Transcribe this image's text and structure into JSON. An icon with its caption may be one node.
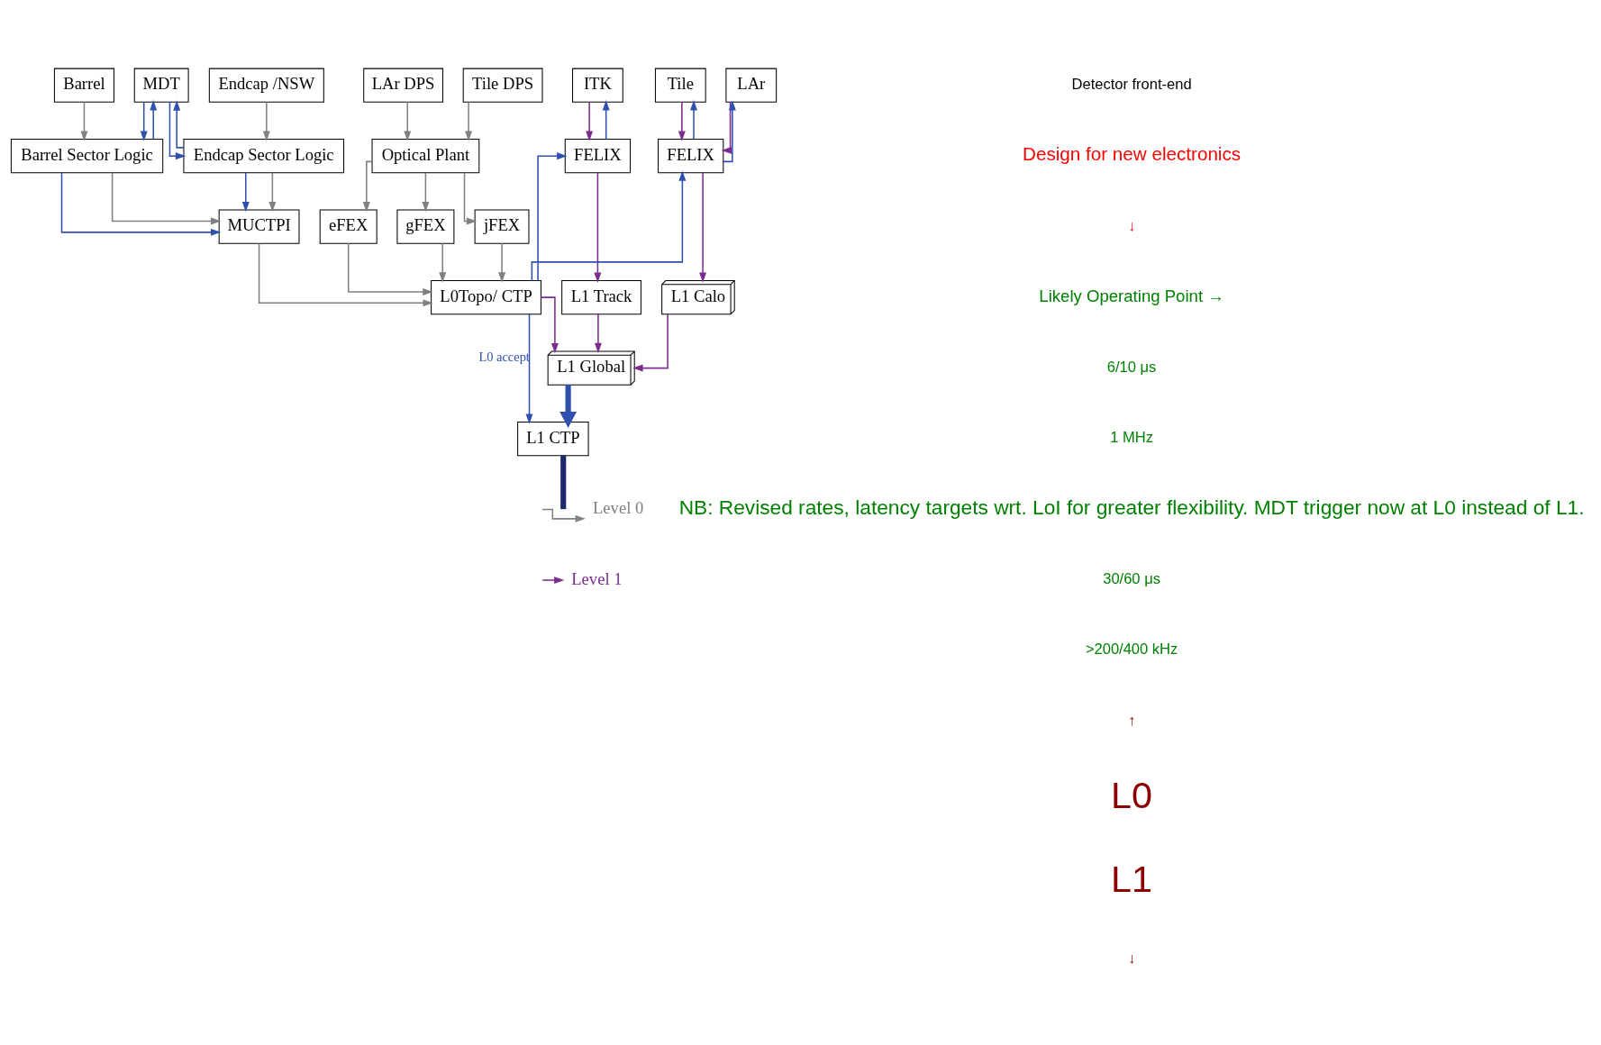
{
  "diagram": {
    "nodes": [
      {
        "text": [
          "ITK"
        ]
      },
      {
        "text": [
          "Tile"
        ]
      },
      {
        "text": [
          "LAr"
        ]
      },
      {
        "text": [
          "Tile DPS"
        ]
      },
      {
        "text": [
          "LAr DPS"
        ]
      },
      {
        "text": [
          "Endcap /NSW"
        ]
      },
      {
        "text": [
          "MDT"
        ]
      },
      {
        "text": [
          "Barrel"
        ]
      },
      {
        "text": [
          "FELIX"
        ]
      },
      {
        "text": [
          "FELIX"
        ]
      },
      {
        "text": [
          "Optical Plant"
        ]
      },
      {
        "text": [
          "Endcap Sector Logic"
        ]
      },
      {
        "text": [
          "Barrel Sector Logic"
        ]
      },
      {
        "text": [
          "gFEX"
        ]
      },
      {
        "text": [
          "jFEX"
        ]
      },
      {
        "text": [
          "eFEX"
        ]
      },
      {
        "text": [
          "MUCTPI"
        ]
      },
      {
        "text": [
          "L0Topo/ CTP"
        ]
      },
      {
        "text": [
          "L1 Track"
        ]
      },
      {
        "text": [
          "L1 Calo"
        ]
      },
      {
        "text": [
          "L1 Global"
        ]
      },
      {
        "text": [
          "L1 CTP"
        ]
      }
    ],
    "edges": [
      {
        "from": 0,
        "to": 8,
        "arrow": "to",
        "color": "#7b2d8e"
      },
      {
        "from": 8,
        "to": 0,
        "arrow": "to",
        "color": "#3050b0"
      },
      {
        "from": 1,
        "to": 9,
        "arrow": "to",
        "color": "#7b2d8e"
      },
      {
        "from": 9,
        "to": 1,
        "arrow": "to",
        "color": "#3050b0"
      },
      {
        "from": 9,
        "to": 2,
        "arrow": "to",
        "color": "#3050b0"
      },
      {
        "from": 2,
        "to": 9,
        "arrow": "to",
        "color": "#7b2d8e"
      },
      {
        "from": 3,
        "to": 10,
        "arrow": "to",
        "color": "#808080"
      },
      {
        "from": 4,
        "to": 10,
        "arrow": "to",
        "color": "#808080"
      },
      {
        "from": 5,
        "to": 11,
        "arrow": "to",
        "color": "#808080"
      },
      {
        "from": 6,
        "to": 11,
        "arrow": "to",
        "color": "#3050b0"
      },
      {
        "from": 11,
        "to": 6,
        "arrow": "to",
        "color": "#3050b0"
      },
      {
        "from": 12,
        "to": 6,
        "arrow": "to",
        "color": "#3050b0"
      },
      {
        "from": 6,
        "to": 12,
        "arrow": "to",
        "color": "#3050b0"
      },
      {
        "from": 7,
        "to": 12,
        "arrow": "to",
        "color": "#808080"
      },
      {
        "from": 10,
        "to": 13,
        "arrow": "to",
        "color": "#808080"
      },
      {
        "from": 10,
        "to": 14,
        "arrow": "to",
        "color": "#808080"
      },
      {
        "from": 10,
        "to": 15,
        "arrow": "to",
        "color": "#808080"
      },
      {
        "from": 11,
        "to": 16,
        "arrow": "to",
        "color": "#3050b0"
      },
      {
        "from": 11,
        "to": 16,
        "arrow": "to",
        "color": "#808080"
      },
      {
        "from": 12,
        "to": 16,
        "arrow": "to",
        "color": "#808080"
      },
      {
        "from": 12,
        "to": 16,
        "arrow": "to",
        "color": "#3050b0"
      },
      {
        "from": 13,
        "to": 17,
        "arrow": "to",
        "color": "#808080"
      },
      {
        "from": 14,
        "to": 17,
        "arrow": "to",
        "color": "#808080"
      },
      {
        "from": 15,
        "to": 17,
        "arrow": "to",
        "color": "#808080"
      },
      {
        "from": 16,
        "to": 17,
        "arrow": "to",
        "color": "#808080"
      },
      {
        "from": 17,
        "to": 8,
        "arrow": "to",
        "color": "#3050b0"
      },
      {
        "from": 17,
        "to": 9,
        "arrow": "to",
        "color": "#3050b0"
      },
      {
        "from": 17,
        "to": 21,
        "arrow": "to",
        "label": "L0 accept",
        "color": "#3050b0"
      },
      {
        "from": 17,
        "to": 20,
        "arrow": "to",
        "color": "#7b2d8e"
      },
      {
        "from": 8,
        "to": 18,
        "arrow": "to",
        "color": "#7b2d8e"
      },
      {
        "from": 9,
        "to": 19,
        "arrow": "to",
        "color": "#7b2d8e"
      },
      {
        "from": 18,
        "to": 20,
        "arrow": "to",
        "color": "#7b2d8e"
      },
      {
        "from": 19,
        "to": 20,
        "arrow": "to",
        "color": "#7b2d8e"
      },
      {
        "from": 20,
        "to": 21,
        "arrow": "to",
        "style": "thick",
        "color": "#3050b0"
      },
      {
        "from": 21,
        "to": null,
        "arrow": "none",
        "style": "thick",
        "color": "#1f2a6b"
      }
    ],
    "labels": [
      "Detector front-end",
      "Design for new electronics",
      "↓",
      "Likely Operating Point →",
      "6/10 μs",
      "1 MHz",
      "NB: Revised rates, latency targets wrt. LoI for greater flexibility. MDT trigger now at L0 instead of L1.",
      "30/60 μs",
      ">200/400 kHz",
      "↑",
      "L0",
      "L1",
      "↓"
    ],
    "legend": [
      {
        "text": "Level 0"
      },
      {
        "text": "Level 1"
      }
    ]
  }
}
